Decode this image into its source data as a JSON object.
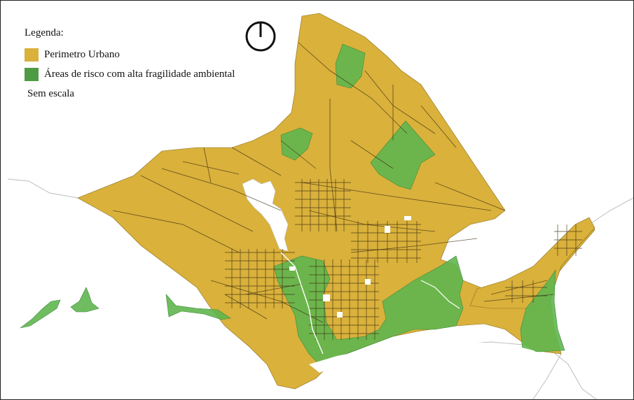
{
  "legend": {
    "title": "Legenda:",
    "items": [
      {
        "label": "Perimetro Urbano",
        "color": "#d9b13b"
      },
      {
        "label": "Áreas de risco com alta fragilidade  ambiental",
        "color": "#4e9a45"
      }
    ],
    "note": "Sem escala"
  },
  "colors": {
    "urban": "#d9b13b",
    "risk_area": "#5fb64f",
    "risk_area_dark": "#4e9a45",
    "streets": "#3a2a10",
    "water": "#ffffff",
    "boundary": "#bdbdbd"
  },
  "icons": {
    "north_arrow": "north-arrow-icon"
  }
}
